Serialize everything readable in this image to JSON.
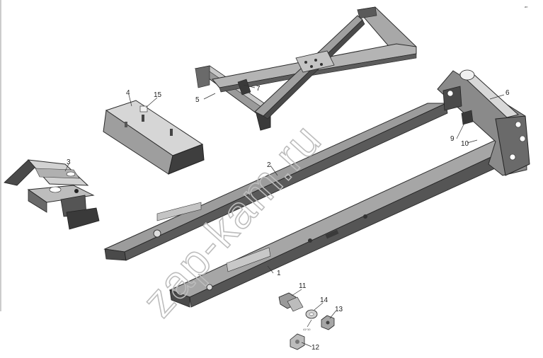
{
  "corner_mark": "ип",
  "watermark": "zap-kam.ru",
  "part_numbers": {
    "p1": "1",
    "p2": "2",
    "p3": "3",
    "p4": "4",
    "p5": "5",
    "p6": "6",
    "p7": "7",
    "p9": "9",
    "p10": "10",
    "p11": "11",
    "p12": "12",
    "p13": "13",
    "p14": "14",
    "p15": "15"
  },
  "torque_note": "41*10"
}
